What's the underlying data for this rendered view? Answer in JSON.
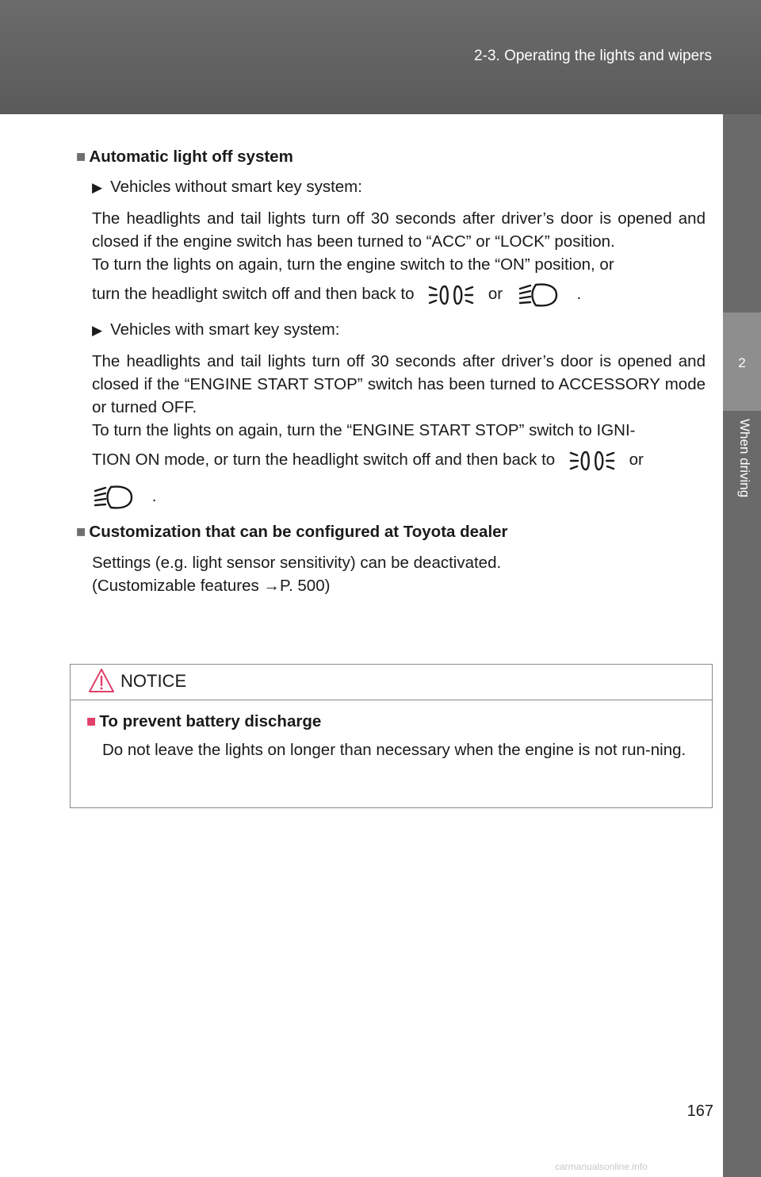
{
  "header": {
    "title": "2-3. Operating the lights and wipers"
  },
  "side_tab": {
    "number": "2",
    "label": "When driving"
  },
  "section1": {
    "heading": "Automatic light off system",
    "sub1_label": "Vehicles without smart key system:",
    "sub1_para1": "The headlights and tail lights turn off 30 seconds after driver’s door is opened and closed if the engine switch has been turned to “ACC” or “LOCK” position.",
    "sub1_para2": "To turn the lights on again, turn the engine switch to the “ON” position, or",
    "sub1_line": "turn the headlight switch off and then back to",
    "or": "or",
    "period": ".",
    "sub2_label": "Vehicles with smart key system:",
    "sub2_para1": "The headlights and tail lights turn off 30 seconds after driver’s door is opened and closed if the “ENGINE START STOP” switch has been turned to ACCESSORY mode or turned OFF.",
    "sub2_para2": "To turn the lights on again, turn the “ENGINE START STOP” switch to IGNI-",
    "sub2_line": "TION ON mode, or turn the headlight switch off and then back to"
  },
  "section2": {
    "heading": "Customization that can be configured at Toyota dealer",
    "line1": "Settings (e.g. light sensor sensitivity) can be deactivated.",
    "line2": "(Customizable features →P. 500)"
  },
  "notice": {
    "title": "NOTICE",
    "heading": "To prevent battery discharge",
    "text": "Do not leave the lights on longer than necessary when the engine is not run-ning."
  },
  "icons": {
    "parking_light": "parking-light-icon",
    "headlight": "headlight-icon",
    "warning": "warning-triangle-icon",
    "pink": "#e0406a"
  },
  "page_number": "167",
  "watermark": "carmanualsonline.info"
}
